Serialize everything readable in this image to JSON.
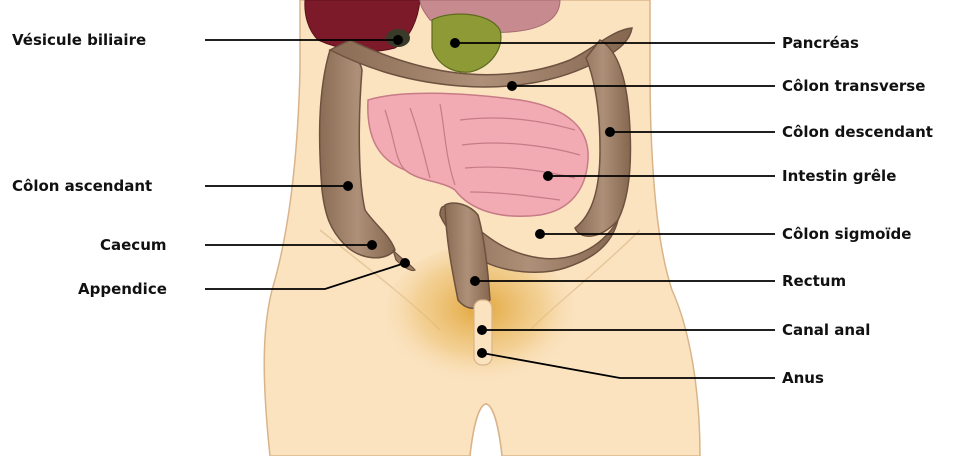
{
  "diagram": {
    "labels": {
      "vesicule_biliaire": "Vésicule biliaire",
      "colon_ascendant": "Côlon ascendant",
      "caecum": "Caecum",
      "appendice": "Appendice",
      "pancreas": "Pancréas",
      "colon_transverse": "Côlon transverse",
      "colon_descendant": "Côlon descendant",
      "intestin_grele": "Intestin grêle",
      "colon_sigmoide": "Côlon sigmoïde",
      "rectum": "Rectum",
      "canal_anal": "Canal anal",
      "anus": "Anus"
    },
    "colors": {
      "skin": "#fbe3c0",
      "skin_outline": "#d9b48a",
      "colon": "#9c7c62",
      "colon_dark": "#6e5240",
      "small_intestine": "#f0a3ad",
      "liver": "#7c1a2a",
      "gallbladder": "#6f7a2c",
      "pubic_shade": "#e3ad44",
      "leader_line": "#000000"
    }
  }
}
